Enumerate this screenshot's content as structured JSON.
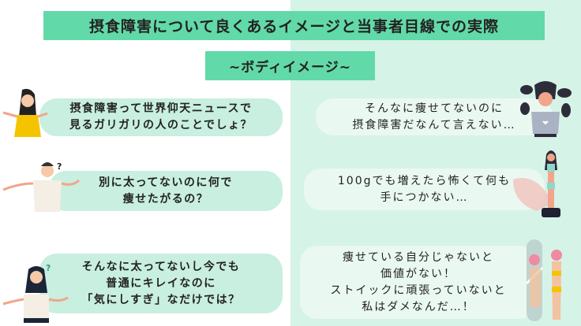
{
  "title": "摂食障害について良くあるイメージと当事者目線での実際",
  "subtitle": "~ボディイメージ~",
  "colors": {
    "accent": "#62d9a8",
    "left_bubble": "#c8efdf",
    "right_bg": "#d6f3e8",
    "right_bubble": "#eaf8f2"
  },
  "left": [
    {
      "lines": [
        "摂食障害って世界仰天ニュースで",
        "見るガリガリの人のことでしょ？"
      ]
    },
    {
      "lines": [
        "別に太ってないのに何で",
        "痩せたがるの？"
      ],
      "mark": "?"
    },
    {
      "lines": [
        "そんなに太ってないし今でも",
        "普通にキレイなのに",
        "「気にしすぎ」なだけでは？"
      ],
      "mark": "?"
    }
  ],
  "right": [
    {
      "lines": [
        "そんなに痩せてないのに",
        "摂食障害だなんて言えない…"
      ]
    },
    {
      "lines": [
        "100gでも増えたら怖くて何も",
        "手につかない…"
      ]
    },
    {
      "lines": [
        "痩せている自分じゃないと",
        "価値がない！",
        "ストイックに頑張っていないと",
        "私はダメなんだ…！"
      ]
    }
  ]
}
